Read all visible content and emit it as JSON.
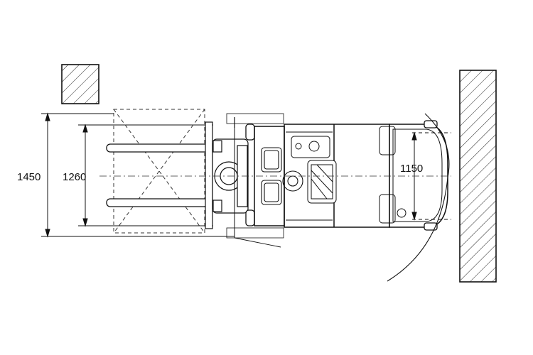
{
  "dimensions": {
    "outer_width": "1450",
    "inner_width": "1260",
    "rear_width": "1150"
  },
  "colors": {
    "line": "#1a1a1a",
    "hatch": "#222222",
    "background": "#ffffff"
  },
  "icons": {
    "obstacle-small": "hatched-square",
    "obstacle-large": "hatched-rectangle",
    "turning-arc": "arc"
  }
}
